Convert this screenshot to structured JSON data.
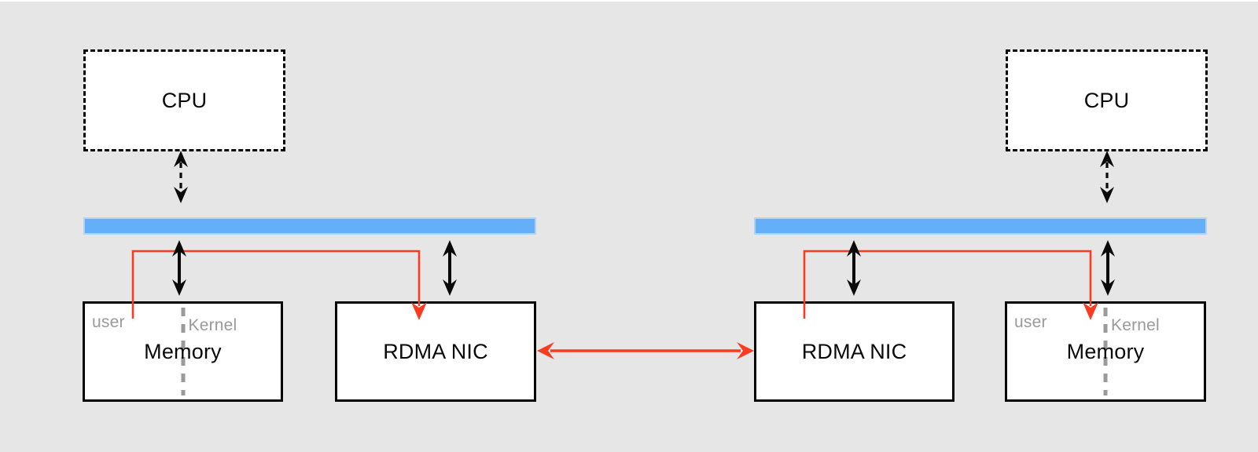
{
  "colors": {
    "background": "#e6e6e6",
    "bus_bar": "#65aff9",
    "bus_bar_edge": "#aed3f8",
    "dma_path_red": "#f93b22",
    "partition_label_gray": "#999999",
    "box_fill": "#ffffff",
    "box_border": "#000000",
    "arrow_black": "#0a0a0a"
  },
  "hosts": [
    {
      "cpu_label": "CPU",
      "memory": {
        "label": "Memory",
        "user_label": "user",
        "kernel_label": "Kernel"
      },
      "nic_label": "RDMA NIC"
    },
    {
      "cpu_label": "CPU",
      "memory": {
        "label": "Memory",
        "user_label": "user",
        "kernel_label": "Kernel"
      },
      "nic_label": "RDMA NIC"
    }
  ]
}
